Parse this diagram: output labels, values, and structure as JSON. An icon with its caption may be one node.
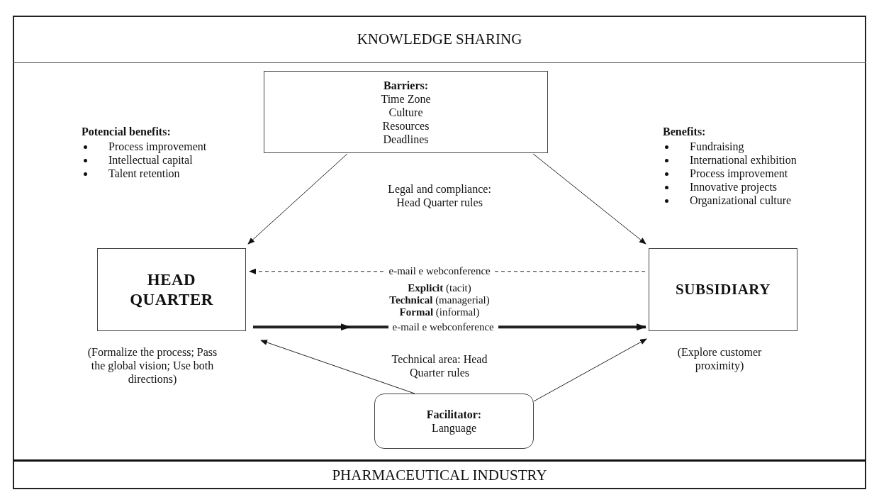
{
  "diagram": {
    "nodes": [
      {
        "text": [
          "KNOWLEDGE SHARING"
        ]
      },
      {
        "text": [
          "PHARMACEUTICAL INDUSTRY"
        ]
      },
      {
        "text": [
          "Barriers:",
          "Time Zone",
          "Culture",
          "Resources",
          "Deadlines"
        ]
      },
      {
        "text": [
          "HEAD QUARTER"
        ],
        "beside": [
          "(Formalize the process; Pass the global vision; Use both directions)"
        ]
      },
      {
        "text": [
          "SUBSIDIARY"
        ],
        "beside": [
          "(Explore customer proximity)"
        ]
      },
      {
        "text": [
          "Facilitator:",
          "Language"
        ]
      }
    ],
    "edges": [
      {
        "from": 2,
        "to": 3,
        "arrow": "to"
      },
      {
        "from": 2,
        "to": 4,
        "arrow": "to"
      },
      {
        "from": 4,
        "to": 3,
        "arrow": "to",
        "label": "e-mail e webconference",
        "style": "dashed"
      },
      {
        "from": 3,
        "to": 4,
        "arrow": "to",
        "label": "e-mail e webconference",
        "style": "thick"
      },
      {
        "from": 5,
        "to": 3,
        "arrow": "to"
      },
      {
        "from": 5,
        "to": 4,
        "arrow": "to"
      }
    ],
    "labels": [
      "Potencial benefits:",
      "Process improvement",
      "Intellectual capital",
      "Talent retention",
      "Legal and compliance: Head Quarter rules",
      "Benefits:",
      "Fundraising",
      "International exhibition",
      "Process improvement",
      "Innovative projects",
      "Organizational culture",
      "**Explicit** (tacit)",
      "**Technical** (managerial)",
      "**Formal** (informal)",
      "Technical area: Head Quarter rules"
    ]
  }
}
